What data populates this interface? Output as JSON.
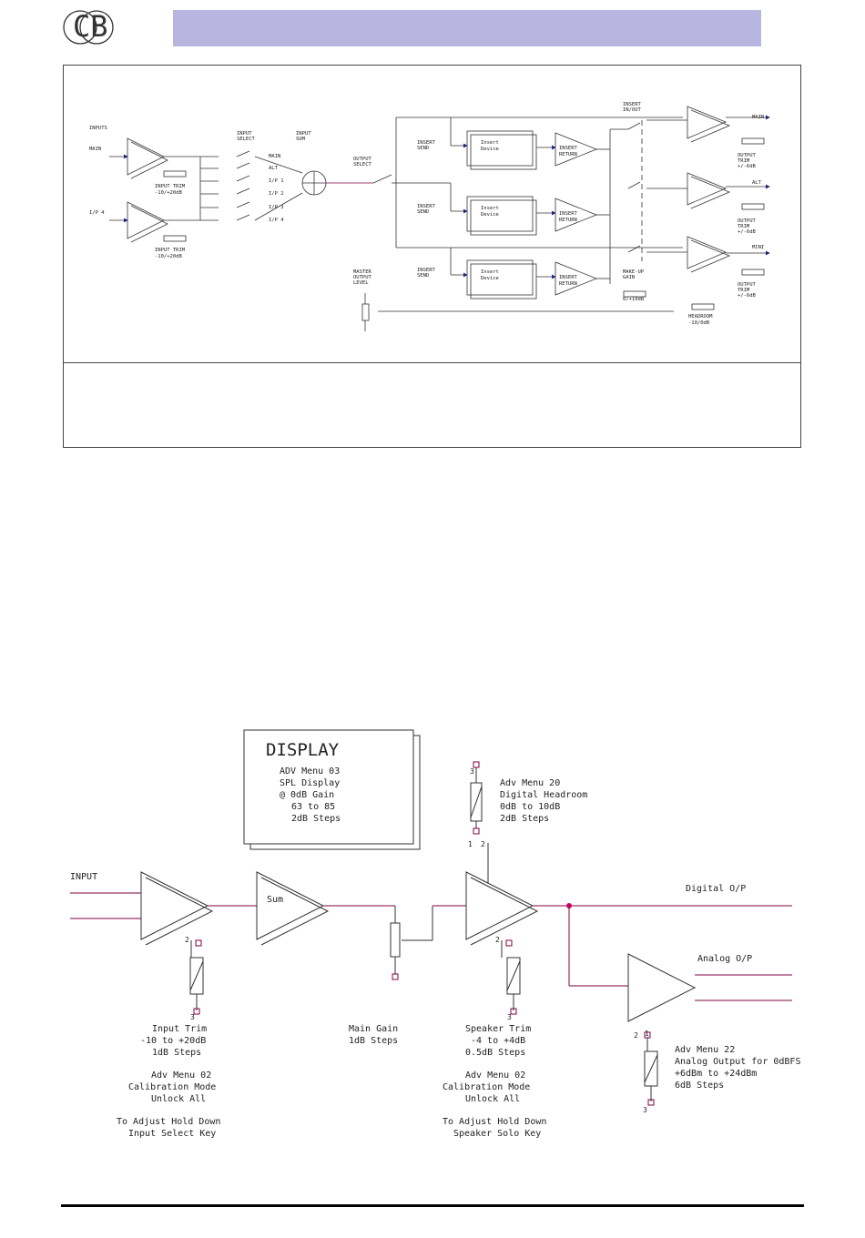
{
  "header": {
    "logo_text": "CB"
  },
  "top_diagram": {
    "labels": {
      "inputs": "INPUTS",
      "main": "MAIN",
      "ip4": "I/P 4",
      "input_trim_1": "INPUT TRIM",
      "input_trim_1_range": "-10/+20dB",
      "input_trim_2": "INPUT TRIM",
      "input_trim_2_range": "-10/+20dB",
      "input_select_1": "INPUT",
      "input_select_2": "SELECT",
      "input_sum_1": "INPUT",
      "input_sum_2": "SUM",
      "sel_main": "MAIN",
      "sel_alt": "ALT",
      "sel_ip1": "I/P 1",
      "sel_ip2": "I/P 2",
      "sel_ip3": "I/P 3",
      "sel_ip4": "I/P 4",
      "output_select_1": "OUTPUT",
      "output_select_2": "SELECT",
      "insert_send": "INSERT",
      "send": "SEND",
      "insert_device_1": "Insert",
      "insert_device_2": "Device",
      "insert_return_1": "INSERT",
      "insert_return_2": "RETURN",
      "insert_inout_1": "INSERT",
      "insert_inout_2": "IN/OUT",
      "out_main": "MAIN",
      "out_alt": "ALT",
      "out_mini": "MINI",
      "output_trim_1": "OUTPUT",
      "output_trim_2": "TRIM",
      "output_trim_3": "+/-6dB",
      "makeup_gain_1": "MAKE-UP",
      "makeup_gain_2": "GAIN",
      "makeup_gain_3": "0/+10dB",
      "headroom_1": "HEADROOM",
      "headroom_2": "-10/0dB",
      "master_1": "MASTER",
      "master_2": "OUTPUT",
      "master_3": "LEVEL"
    }
  },
  "bottom_diagram": {
    "display_title": "DISPLAY",
    "display_lines": [
      "ADV Menu 03",
      "SPL Display",
      "@ 0dB Gain",
      "63 to 85",
      "2dB Steps"
    ],
    "input_label": "INPUT",
    "sum_label": "Sum",
    "digital_op": "Digital O/P",
    "analog_op": "Analog O/P",
    "adv20_lines": [
      "Adv Menu 20",
      "Digital Headroom",
      "0dB to 10dB",
      "2dB Steps"
    ],
    "input_trim_lines": [
      "Input Trim",
      "-10 to +20dB",
      "1dB Steps"
    ],
    "adv02_left_lines": [
      "Adv Menu 02",
      "Calibration Mode",
      "Unlock All"
    ],
    "hold_left_lines": [
      "To Adjust Hold Down",
      "Input Select Key"
    ],
    "main_gain_lines": [
      "Main Gain",
      "1dB Steps"
    ],
    "speaker_trim_lines": [
      "Speaker Trim",
      "-4 to +4dB",
      "0.5dB Steps"
    ],
    "adv02_right_lines": [
      "Adv Menu 02",
      "Calibration Mode",
      "Unlock All"
    ],
    "hold_right_lines": [
      "To Adjust Hold Down",
      "Speaker Solo Key"
    ],
    "adv22_lines": [
      "Adv Menu 22",
      "Analog Output for 0dBFS",
      "+6dBm to +24dBm",
      "6dB Steps"
    ],
    "pin_1": "1",
    "pin_2": "2",
    "pin_3": "3"
  },
  "colors": {
    "header_bar": "#b8b6e0",
    "signal_line": "#800040",
    "junction": "#cc0066",
    "arrow": "#1a237e"
  }
}
